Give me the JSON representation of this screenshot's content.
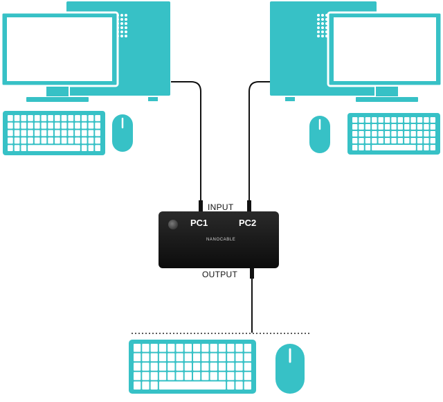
{
  "diagram": {
    "input_label": "INPUT",
    "output_label": "OUTPUT",
    "port_pc1": "PC1",
    "port_pc2": "PC2",
    "brand": "NANOCABLE",
    "colors": {
      "device": "#37c1c6",
      "switch_body": "#111111",
      "cable": "#111111"
    }
  }
}
